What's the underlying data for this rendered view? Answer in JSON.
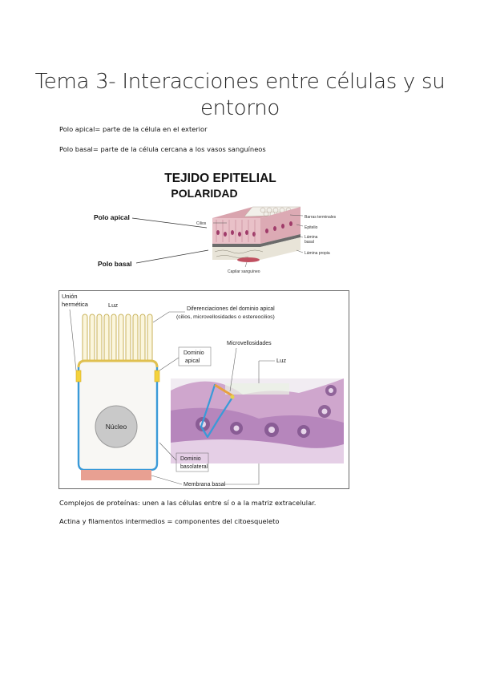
{
  "document": {
    "title_line1": "Tema 3- Interacciones entre células y su",
    "title_line2": "entorno",
    "paragraphs": [
      "Polo apical= parte de la célula en el exterior",
      "Polo basal= parte de la célula cercana a los vasos sanguíneos",
      "Complejos de proteínas: unen a las células entre sí o a la matriz extracelular.",
      "Actina y filamentos intermedios = componentes del citoesqueleto"
    ]
  },
  "figure1": {
    "heading1": "TEJIDO EPITELIAL",
    "heading2": "POLARIDAD",
    "label_apical": "Polo apical",
    "label_basal": "Polo basal",
    "label_cilios": "Cilios",
    "label_barras": "Barras terminales",
    "label_epitelio": "Epitelio",
    "label_lamina_basal_1": "Lámina",
    "label_lamina_basal_2": "basal",
    "label_lamina_propia": "Lámina propia",
    "label_capilar": "Capilar sanguíneo"
  },
  "figure2": {
    "union_1": "Unión",
    "union_2": "hermética",
    "luz_left": "Luz",
    "diferenciaciones_1": "Diferenciaciones del dominio apical",
    "diferenciaciones_2": "(cilios, microvellosidades o estereocilios)",
    "dominio_apical_1": "Dominio",
    "dominio_apical_2": "apical",
    "microvellosidades": "Microvellosidades",
    "luz_right": "Luz",
    "nucleo": "Núcleo",
    "dominio_basolateral_1": "Dominio",
    "dominio_basolateral_2": "basolateral",
    "membrana_basal": "Membrana basal"
  }
}
